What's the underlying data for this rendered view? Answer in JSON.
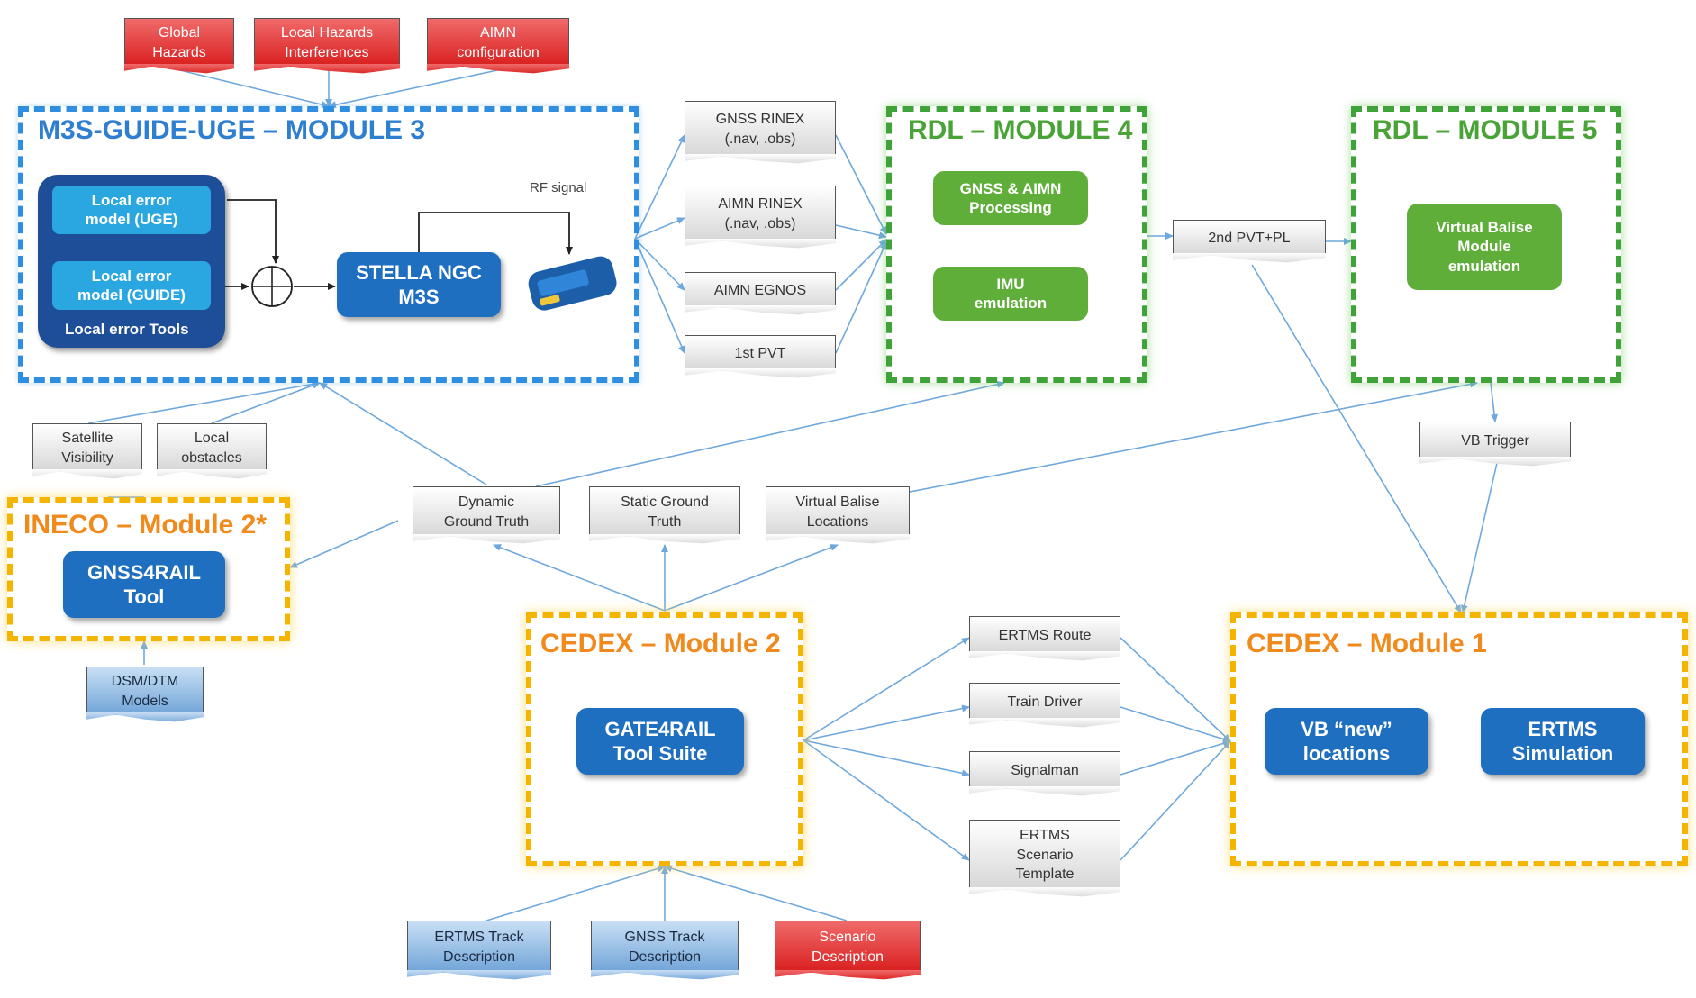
{
  "modules": {
    "m3": {
      "title": "M3S-GUIDE-UGE – MODULE 3"
    },
    "m4": {
      "title": "RDL – MODULE 4"
    },
    "m5": {
      "title": "RDL – MODULE 5"
    },
    "ineco": {
      "title": "INECO – Module 2*"
    },
    "cedex2": {
      "title": "CEDEX – Module 2"
    },
    "cedex1": {
      "title": "CEDEX – Module 1"
    }
  },
  "boxes": {
    "local_error_uge": "Local error\nmodel (UGE)",
    "local_error_guide": "Local error\nmodel (GUIDE)",
    "local_error_tools": "Local error Tools",
    "stella": "STELLA NGC\nM3S",
    "rf_signal": "RF signal",
    "gnss_aimn_processing": "GNSS & AIMN\nProcessing",
    "imu_emulation": "IMU\nemulation",
    "virtual_balise": "Virtual Balise\nModule\nemulation",
    "gnss4rail": "GNSS4RAIL\nTool",
    "gate4rail": "GATE4RAIL\nTool Suite",
    "vb_new": "VB “new”\nlocations",
    "ertms_sim": "ERTMS\nSimulation"
  },
  "docs": {
    "global_hazards": "Global\nHazards",
    "local_hazards": "Local Hazards\nInterferences",
    "aimn_config": "AIMN\nconfiguration",
    "gnss_rinex": "GNSS RINEX\n(.nav, .obs)",
    "aimn_rinex": "AIMN RINEX\n(.nav, .obs)",
    "aimn_egnos": "AIMN EGNOS",
    "first_pvt": "1st PVT",
    "second_pvt": "2nd PVT+PL",
    "vb_trigger": "VB Trigger",
    "satellite_visibility": "Satellite\nVisibility",
    "local_obstacles": "Local\nobstacles",
    "dynamic_gt": "Dynamic\nGround Truth",
    "static_gt": "Static Ground\nTruth",
    "vb_locations": "Virtual Balise\nLocations",
    "dsm_dtm": "DSM/DTM\nModels",
    "ertms_route": "ERTMS Route",
    "train_driver": "Train Driver",
    "signalman": "Signalman",
    "ertms_template": "ERTMS\nScenario\nTemplate",
    "ertms_track": "ERTMS Track\nDescription",
    "gnss_track": "GNSS Track\nDescription",
    "scenario_desc": "Scenario\nDescription"
  },
  "colors": {
    "module3": "#2f8ee0",
    "rdl": "#3fa33a",
    "cedex_ineco": "#f5b400",
    "arrow": "#6fa8dc",
    "hazard_red": "#d91e1e"
  }
}
